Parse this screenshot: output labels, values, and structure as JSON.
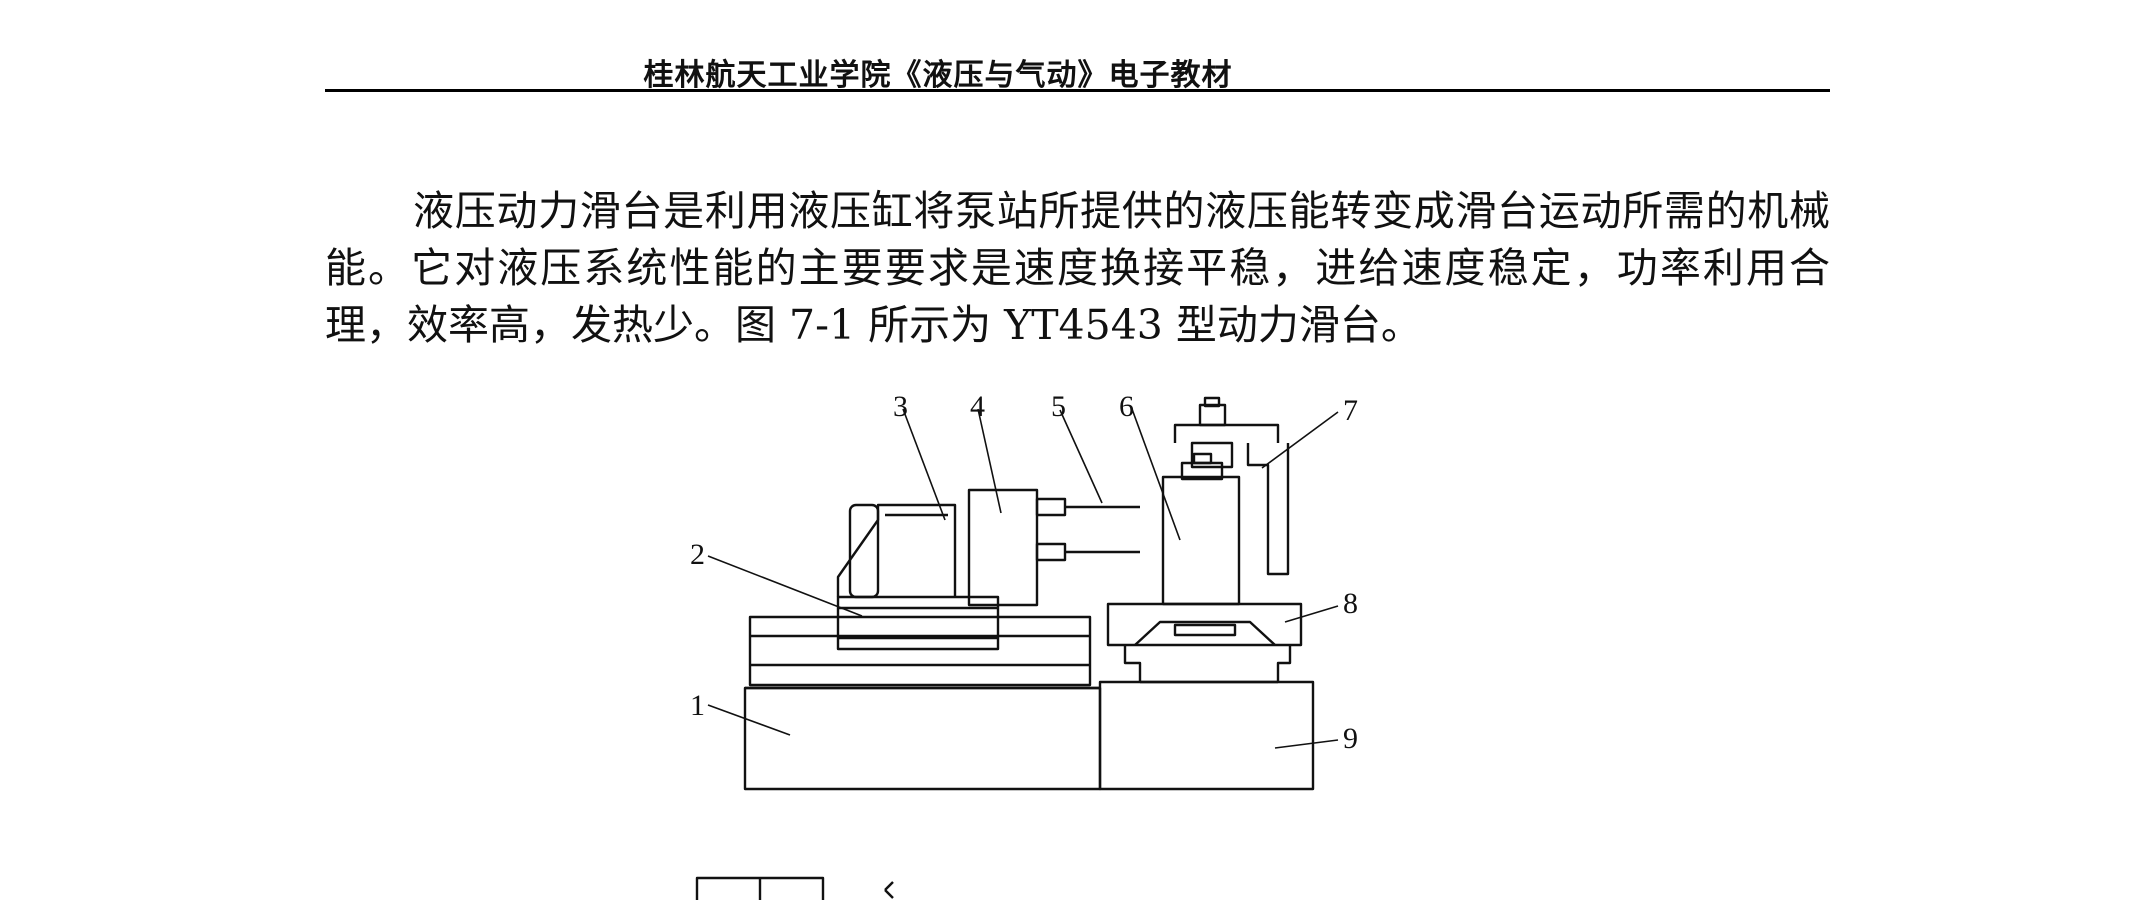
{
  "header": {
    "title": "桂林航天工业学院《液压与气动》电子教材"
  },
  "body": {
    "paragraph": "液压动力滑台是利用液压缸将泵站所提供的液压能转变成滑台运动所需的机械能。它对液压系统性能的主要要求是速度换接平稳，进给速度稳定，功率利用合理，效率高，发热少。图 7-1 所示为 YT4543 型动力滑台。"
  },
  "figure": {
    "callouts": [
      "1",
      "2",
      "3",
      "4",
      "5",
      "6",
      "7",
      "8",
      "9"
    ]
  }
}
